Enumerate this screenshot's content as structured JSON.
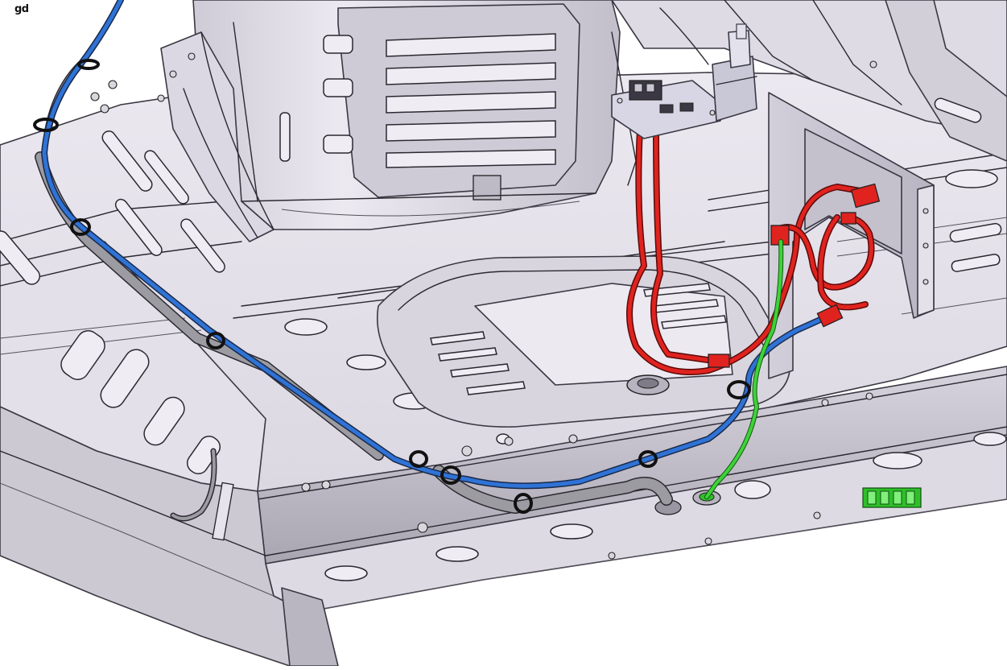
{
  "view": {
    "corner_label": "gd"
  },
  "colors": {
    "body_light": "#e9e6ee",
    "body_mid": "#d6d2dc",
    "body_dark": "#b9b5c1",
    "shadow": "#8f8b97",
    "line": "#2a2830",
    "harness_blue": "#2f73d6",
    "harness_red": "#e0231f",
    "harness_green": "#3fd23a",
    "sleeve_gray": "#9b9ba1",
    "bracket_gray": "#c9c8d6",
    "connector_green": "#2fbf2a"
  },
  "parts": [
    {
      "id": "floor-panel",
      "icon": "floor-panel-icon"
    },
    {
      "id": "tunnel-cover",
      "icon": "tunnel-cover-icon"
    },
    {
      "id": "blue-harness",
      "icon": "cable-icon"
    },
    {
      "id": "red-harness",
      "icon": "cable-icon"
    },
    {
      "id": "green-harness",
      "icon": "cable-icon"
    },
    {
      "id": "control-module",
      "icon": "module-icon"
    },
    {
      "id": "relay-box",
      "icon": "relay-icon"
    },
    {
      "id": "mounting-bracket",
      "icon": "bracket-icon"
    },
    {
      "id": "grommet",
      "icon": "grommet-icon"
    },
    {
      "id": "connector-block",
      "icon": "connector-icon"
    }
  ]
}
